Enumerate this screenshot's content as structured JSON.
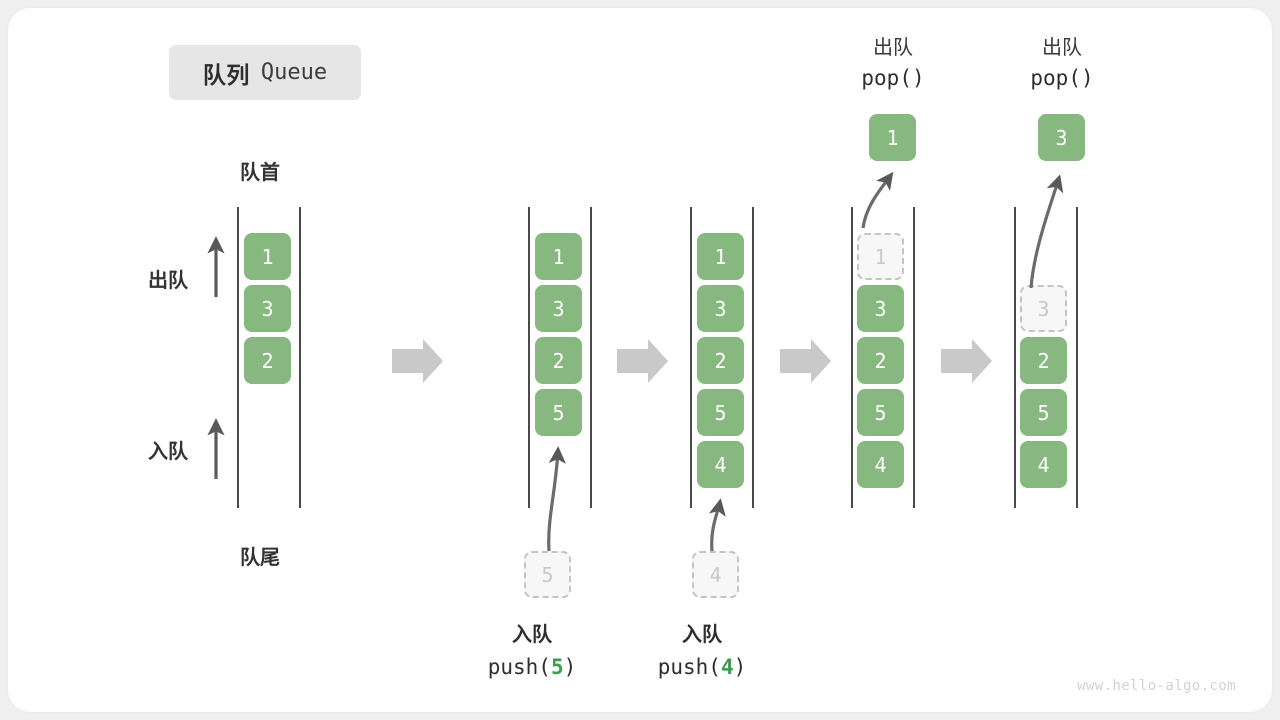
{
  "title": {
    "cn": "队列",
    "en": "Queue"
  },
  "watermark": "www.hello-algo.com",
  "colors": {
    "element": "#86b880",
    "ghost_fill": "#f7f7f7",
    "ghost_border": "#c4c4c4",
    "rail": "#4a4a4a",
    "transition_arrow": "#c9c9c9",
    "accent_text": "#3e9b4f",
    "card": "#ffffff",
    "page": "#f0f0f0"
  },
  "labels": {
    "head": "队首",
    "tail": "队尾",
    "dequeue": "出队",
    "enqueue": "入队"
  },
  "stages": [
    {
      "id": "initial",
      "cells": [
        "1",
        "3",
        "2"
      ],
      "ghost_index": -1,
      "ghost_value": "",
      "caption_cn": "",
      "caption_code": "",
      "popped_value": ""
    },
    {
      "id": "push-5",
      "cells": [
        "1",
        "3",
        "2",
        "5"
      ],
      "ghost_index": -1,
      "ghost_value": "5",
      "caption_cn": "入队",
      "caption_code_prefix": "push(",
      "caption_code_arg": "5",
      "caption_code_suffix": ")",
      "popped_value": ""
    },
    {
      "id": "push-4",
      "cells": [
        "1",
        "3",
        "2",
        "5",
        "4"
      ],
      "ghost_index": -1,
      "ghost_value": "4",
      "caption_cn": "入队",
      "caption_code_prefix": "push(",
      "caption_code_arg": "4",
      "caption_code_suffix": ")",
      "popped_value": ""
    },
    {
      "id": "pop-1",
      "cells": [
        "3",
        "2",
        "5",
        "4"
      ],
      "ghost_index": 0,
      "ghost_value": "1",
      "caption_cn": "出队",
      "caption_code": "pop()",
      "popped_value": "1"
    },
    {
      "id": "pop-3",
      "cells": [
        "2",
        "5",
        "4"
      ],
      "ghost_index": 1,
      "ghost_value": "3",
      "caption_cn": "出队",
      "caption_code": "pop()",
      "popped_value": "3"
    }
  ]
}
